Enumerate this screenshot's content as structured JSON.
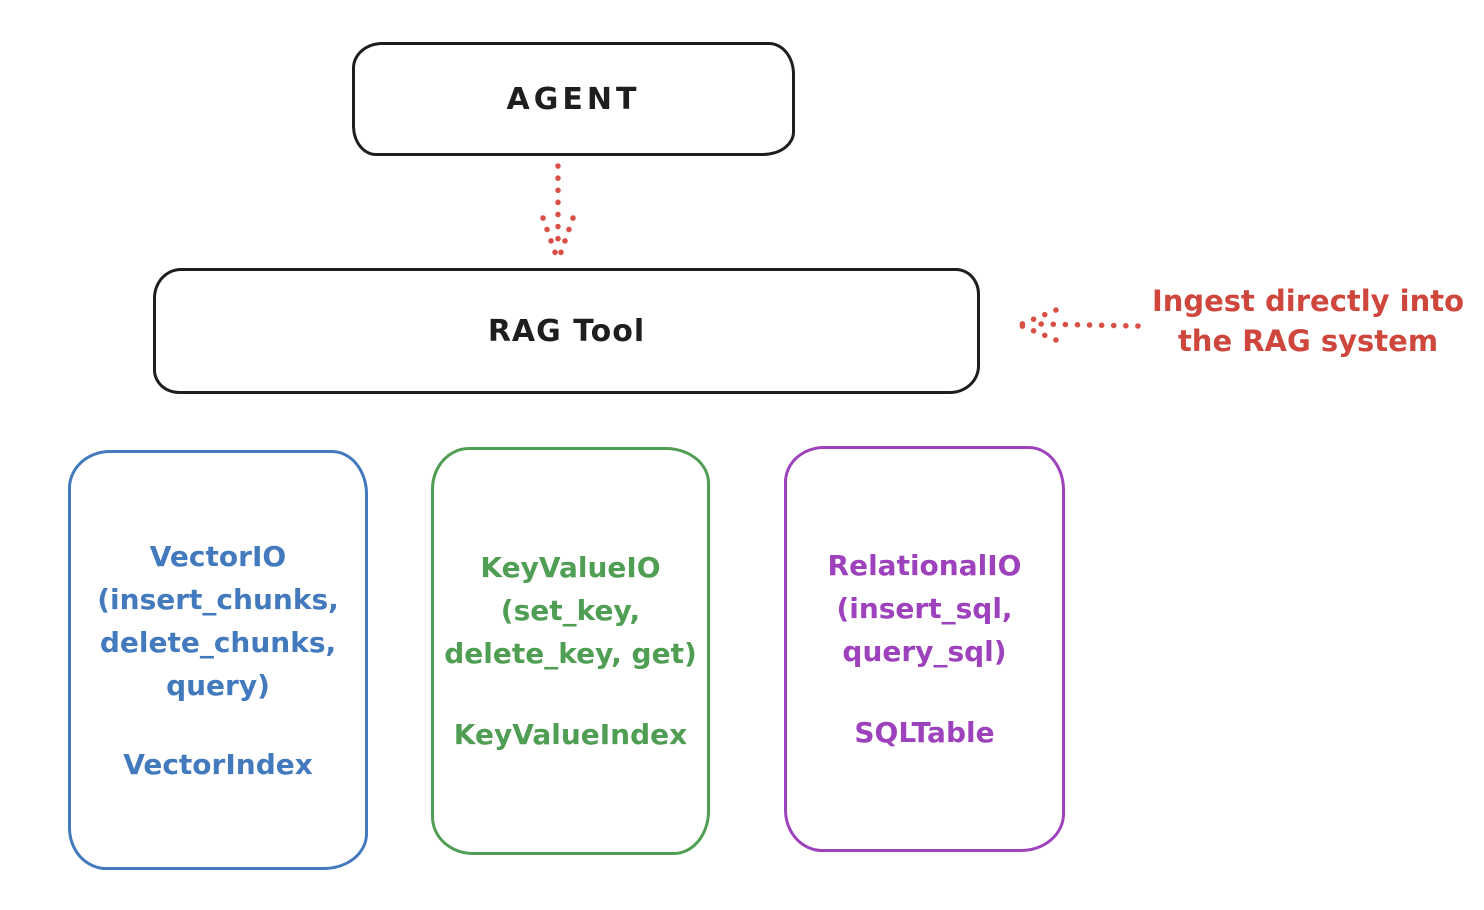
{
  "diagram": {
    "title_node": {
      "label": "AGENT"
    },
    "rag_tool_node": {
      "label": "RAG Tool"
    },
    "annotation": {
      "line1": "Ingest directly into",
      "line2": "the RAG system"
    },
    "storage_boxes": [
      {
        "id": "vector-io",
        "title": "VectorIO",
        "params": [
          "(insert_chunks,",
          "delete_chunks,",
          "query)"
        ],
        "index_label": "VectorIndex",
        "color": "#4379bd"
      },
      {
        "id": "keyvalue-io",
        "title": "KeyValueIO",
        "params": [
          "(set_key,",
          "delete_key, get)"
        ],
        "index_label": "KeyValueIndex",
        "color": "#4f9e53"
      },
      {
        "id": "relational-io",
        "title": "RelationalIO",
        "params": [
          "(insert_sql,",
          "query_sql)"
        ],
        "index_label": "SQLTable",
        "color": "#9d41bd"
      }
    ],
    "colors": {
      "ink": "#1e1e1e",
      "arrow_red": "#d84f45",
      "annotation_red": "#cf463d",
      "background": "#ffffff"
    }
  }
}
